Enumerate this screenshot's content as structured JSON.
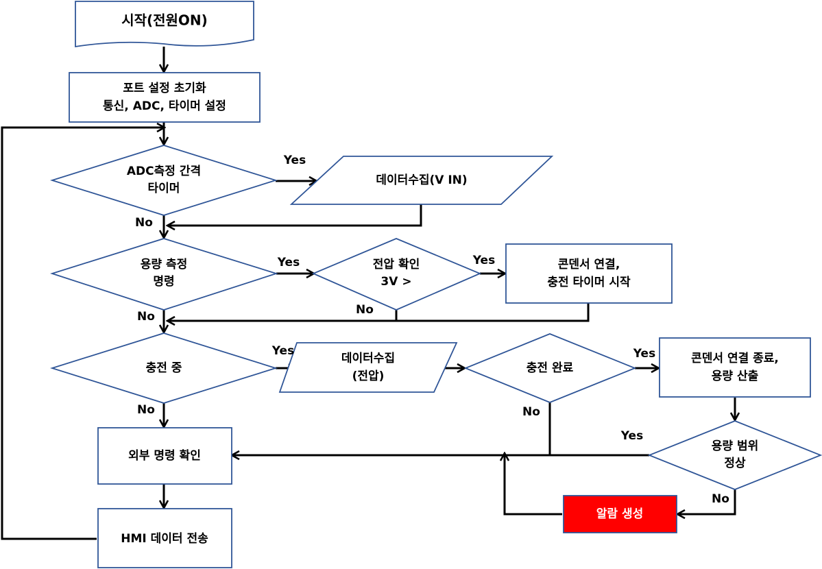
{
  "nodes": {
    "start": "시작(전원ON)",
    "init_l1": "포트 설정 초기화",
    "init_l2": "통신, ADC, 타이머 설정",
    "adc_l1": "ADC측정 간격",
    "adc_l2": "타이머",
    "collect_vin": "데이터수집(V IN)",
    "cap_cmd_l1": "용량 측정",
    "cap_cmd_l2": "명령",
    "volt_l1": "전압 확인",
    "volt_l2": "3V >",
    "connect_l1": "콘덴서 연결,",
    "connect_l2": "충전 타이머 시작",
    "charging": "충전 중",
    "collect_volt_l1": "데이터수집",
    "collect_volt_l2": "(전압)",
    "charge_done": "충전 완료",
    "disconnect_l1": "콘덴서 연결 종료,",
    "disconnect_l2": "용량 산출",
    "range_l1": "용량 범위",
    "range_l2": "정상",
    "alarm": "알람 생성",
    "ext_cmd": "외부 명령 확인",
    "hmi": "HMI 데이터 전송"
  },
  "labels": {
    "yes": "Yes",
    "no": "No"
  },
  "colors": {
    "border": "#2f5597",
    "line": "#000000",
    "alarm_fill": "#ff0000",
    "alarm_text": "#ffffff"
  }
}
